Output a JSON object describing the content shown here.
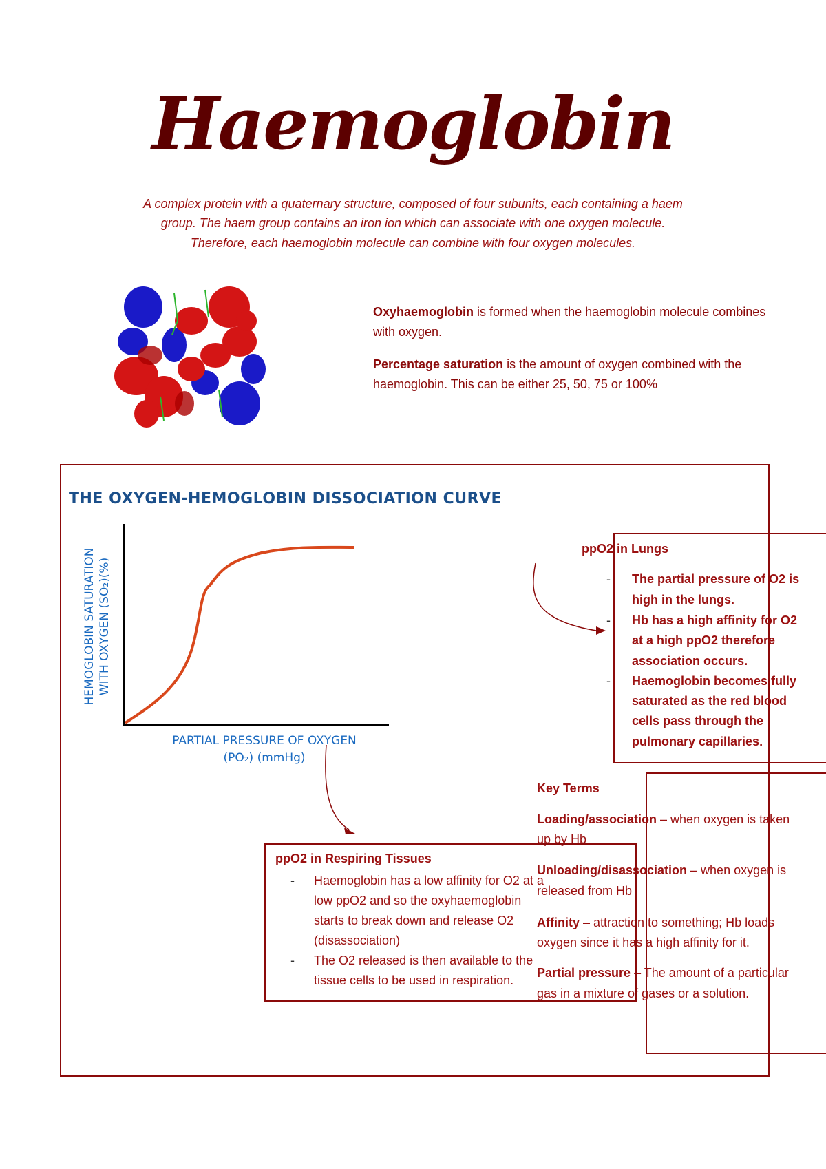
{
  "header": {
    "title": "Haemoglobin",
    "subtitle_lines": [
      "A complex protein with a quaternary structure, composed of four subunits, each containing a haem",
      "group. The haem group contains an iron ion which can associate with one oxygen molecule.",
      "Therefore, each haemoglobin molecule can combine with four oxygen molecules."
    ]
  },
  "definitions": {
    "oxy_term": "Oxyhaemoglobin",
    "oxy_line1": " is formed when the haemoglobin molecule combines",
    "oxy_line2": "with oxygen.",
    "sat_term": "Percentage saturation",
    "sat_line1": " is the amount of oxygen combined with the",
    "sat_line2": "haemoglobin. This can be either 25, 50, 75 or 100%"
  },
  "diagram": {
    "title": "THE OXYGEN-HEMOGLOBIN DISSOCIATION CURVE",
    "ylabel_line1": "HEMOGLOBIN SATURATION",
    "ylabel_line2": "WITH OXYGEN (SO₂)(%)",
    "xlabel_line1": "PARTIAL PRESSURE OF OXYGEN",
    "xlabel_line2": "(PO₂) (mmHg)"
  },
  "lungs": {
    "heading": "ppO2 in Lungs",
    "lines": [
      "The partial pressure of O2 is",
      "high in the lungs.",
      "Hb has a high affinity for O2",
      "at a high ppO2 therefore",
      "association occurs.",
      "Haemoglobin becomes fully",
      "saturated as the red blood",
      "cells pass through the",
      "pulmonary capillaries."
    ],
    "bullet": "-"
  },
  "tissues": {
    "heading": "ppO2 in Respiring Tissues",
    "lines": [
      "Haemoglobin has a low affinity for O2 at a low",
      "ppO2 and so the oxyhaemoglobin starts to",
      "break down and release O2 (disassociation)",
      "The O2 released is then available to the tissue",
      "cells to be used in respiration."
    ],
    "bullet": "-"
  },
  "key_terms": {
    "heading": "Key Terms",
    "items": [
      {
        "term": "Loading/association",
        "def": " – when oxygen is taken",
        "def2": "up by Hb"
      },
      {
        "term": "Unloading/disassociation",
        "def": " – when oxygen is",
        "def2": "released from Hb"
      },
      {
        "term": "Affinity",
        "def": " – attraction to something; Hb loads",
        "def2": "oxygen since it has a high affinity for it."
      },
      {
        "term": "Partial pressure",
        "def": " – The amount of a particular",
        "def2": "gas in a mixture of gases or a solution."
      }
    ]
  },
  "colors": {
    "text": "#9b1010",
    "border": "#8b0a0a",
    "title": "#5c0000",
    "diagram_blue": "#1a6ac0",
    "curve": "#d9481c"
  }
}
